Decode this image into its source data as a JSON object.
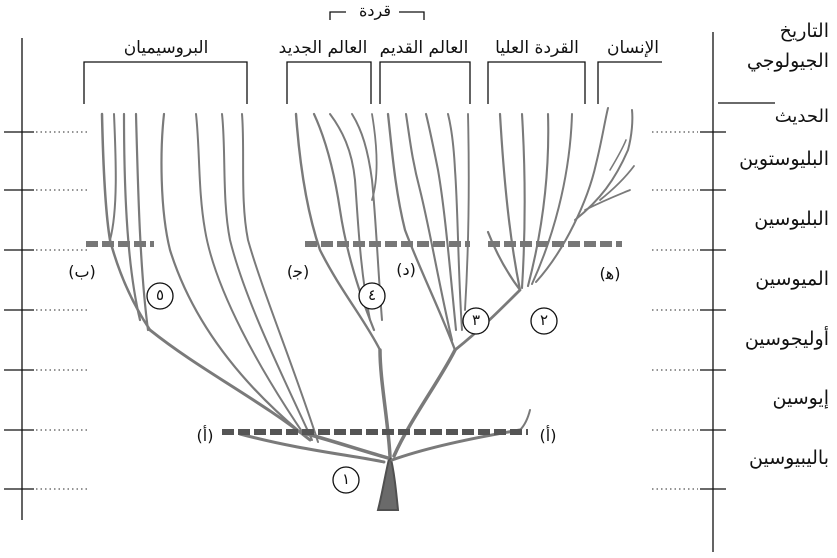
{
  "header": {
    "timescale_line1": "التاريخ",
    "timescale_line2": "الجيولوجي",
    "present_label": "الحديث",
    "monkeys_label": "قردة"
  },
  "groups": {
    "prosimians": "البروسيميان",
    "new_world": "العالم الجديد",
    "old_world": "العالم القديم",
    "apes": "القردة العليا",
    "humans": "الإنسان"
  },
  "epochs": [
    "البليوستوين",
    "البليوسين",
    "الميوسين",
    "أوليجوسين",
    "إيوسين",
    "باليبيوسين"
  ],
  "markers": {
    "a_left": "(أ)",
    "a_right": "(أ)",
    "b": "(ب)",
    "c": "(ﺟ)",
    "d": "(د)",
    "e": "(ﻫ)"
  },
  "nodes": [
    "١",
    "٢",
    "٣",
    "٤",
    "٥"
  ],
  "colors": {
    "line": "#111111",
    "branch": "#7a7a7a",
    "branch_dark": "#505050",
    "dots": "#555555"
  }
}
